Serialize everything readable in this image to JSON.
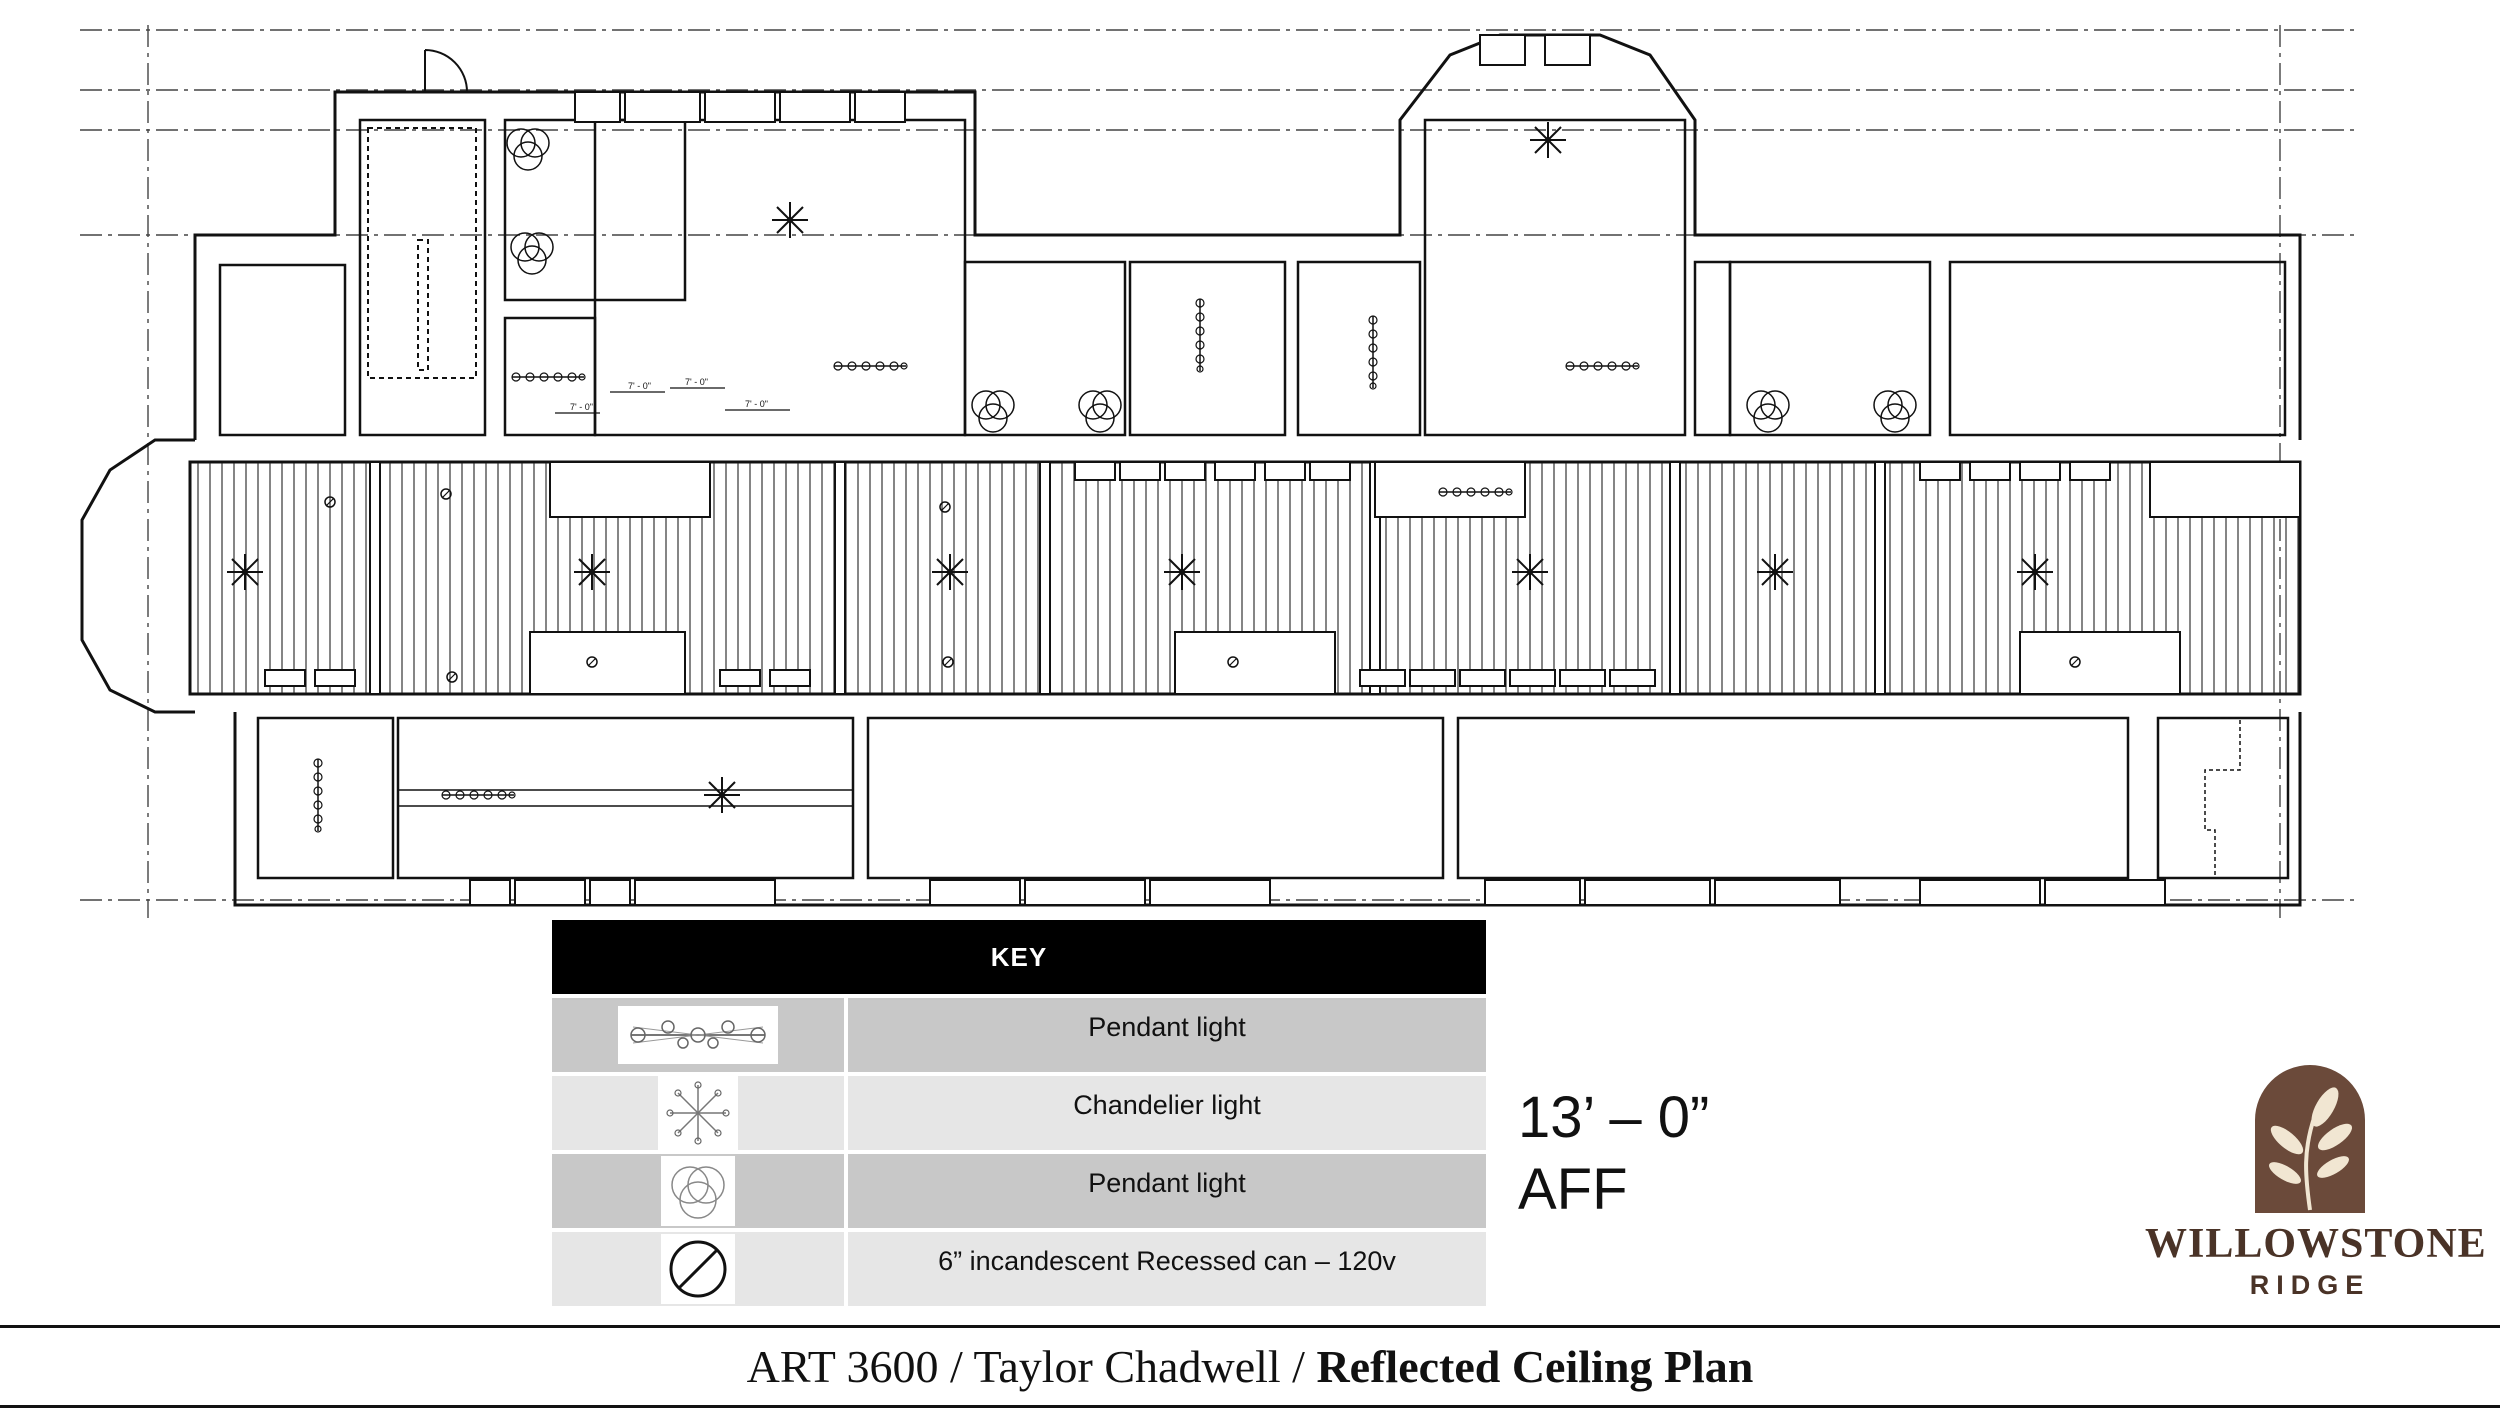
{
  "key": {
    "title": "KEY",
    "rows": [
      {
        "symbol_icon": "pendant-light-linear-icon",
        "label": "Pendant light"
      },
      {
        "symbol_icon": "chandelier-light-icon",
        "label": "Chandelier light"
      },
      {
        "symbol_icon": "pendant-light-cluster-icon",
        "label": "Pendant light"
      },
      {
        "symbol_icon": "recessed-can-icon",
        "label": "6” incandescent Recessed can – 120v"
      }
    ]
  },
  "ceiling_height": {
    "value": "13’ – 0”",
    "unit": "AFF"
  },
  "plan": {
    "dimension_label": "7' - 0\""
  },
  "logo": {
    "name": "WILLOWSTONE",
    "sub": "RIDGE",
    "brand_color": "#6b4a3a",
    "accent_color": "#f1e6d2"
  },
  "footer": {
    "course": "ART 3600",
    "separator": " / ",
    "author": "Taylor Chadwell",
    "title": "Reflected Ceiling Plan"
  }
}
